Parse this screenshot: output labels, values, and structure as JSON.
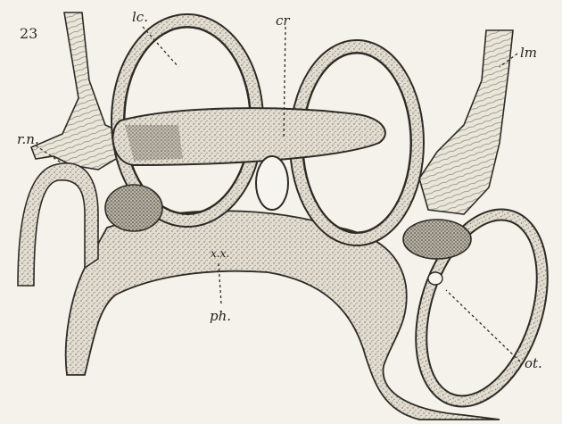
{
  "figure": {
    "number": "23",
    "labels": {
      "lc": "lc.",
      "cr": "cr",
      "lm": "lm",
      "rn": "r.n.",
      "ph": "ph.",
      "ot": "ot.",
      "xx": "x.x."
    }
  }
}
